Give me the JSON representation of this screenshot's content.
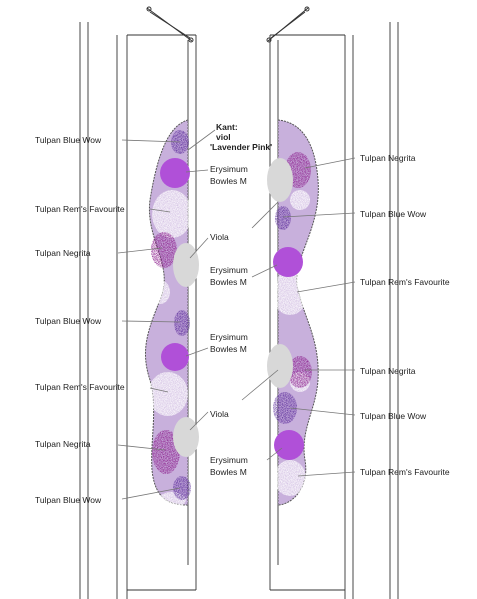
{
  "left_bed": {
    "labels": [
      "Tulpan Blue Wow",
      "Tulpan Rem's Favourite",
      "Tulpan Negrita",
      "Tulpan Blue Wow",
      "Tulpan Rem's Favourite",
      "Tulpan Negrita",
      "Tulpan Blue Wow"
    ]
  },
  "right_bed": {
    "labels": [
      "Tulpan Negrita",
      "Tulpan Blue Wow",
      "Tulpan Rem's Favourite",
      "Tulpan Negrita",
      "Tulpan Blue Wow",
      "Tulpan Rem's Favourite"
    ]
  },
  "middle": {
    "kant_line1": "Kant:",
    "kant_line2": "viol",
    "kant_line3": "'Lavender Pink'",
    "erysimum_1_line1": "Erysimum",
    "erysimum_1_line2": "Bowles M",
    "viola_1": "Viola",
    "erysimum_2_line1": "Erysimum",
    "erysimum_2_line2": "Bowles M",
    "erysimum_3_line1": "Erysimum",
    "erysimum_3_line2": "Bowles M",
    "viola_2": "Viola",
    "erysimum_4_line1": "Erysimum",
    "erysimum_4_line2": "Bowles M"
  },
  "colors": {
    "bed_fill": "#c8b0dc",
    "erysimum": "#b050d8",
    "tulip_blue": "#5a2a9a",
    "tulip_negrita": "#8a1a8a",
    "tulip_rem": "#ffffff",
    "viola": "#d8d8d8"
  }
}
